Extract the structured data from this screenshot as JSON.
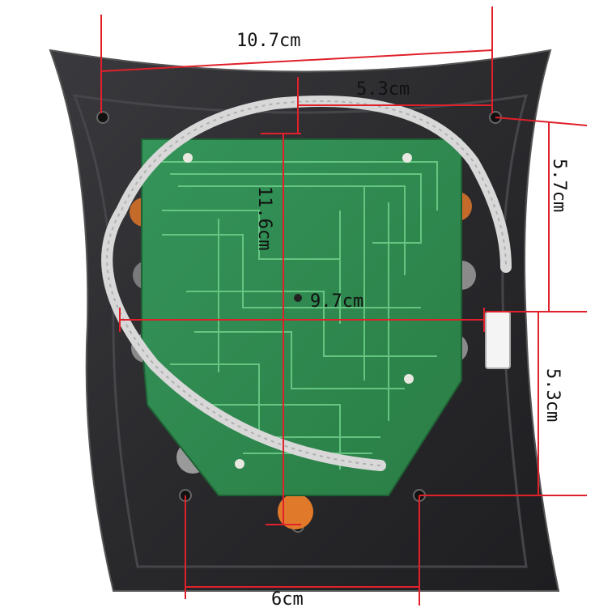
{
  "photo": {
    "subject": "pcb-control-board-in-black-housing",
    "colors": {
      "housing": "#2b2b2e",
      "housing_edge": "#4a4a4e",
      "pcb": "#2f8a4b",
      "pcb_trace": "#5fc07a",
      "cable": "#d8d8d8",
      "dimension_line": "#e0202a",
      "orange_part": "#e07a2a"
    }
  },
  "dimensions": {
    "top_width": "10.7cm",
    "inner_top": "5.3cm",
    "right_upper": "5.7cm",
    "center_height": "11.6cm",
    "center_width": "9.7cm",
    "right_lower": "5.3cm",
    "bottom_width": "6cm"
  }
}
